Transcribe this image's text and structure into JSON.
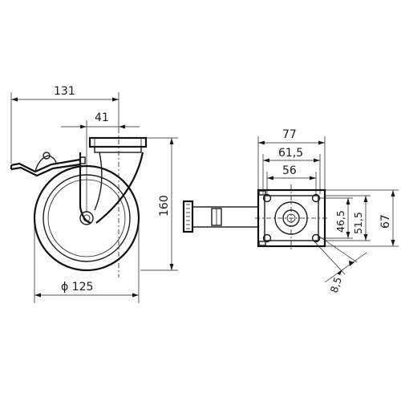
{
  "dimensions": {
    "d131": "131",
    "d41": "41",
    "d160": "160",
    "d125": "ϕ 125",
    "d77": "77",
    "d61_5": "61,5",
    "d56": "56",
    "d46_5": "46,5",
    "d51_5": "51,5",
    "d67": "67",
    "d8_5": "8,5"
  }
}
